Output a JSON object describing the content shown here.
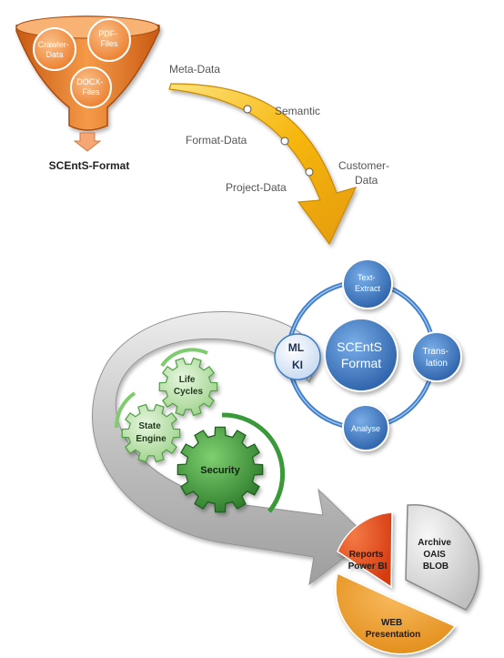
{
  "funnel": {
    "items": [
      {
        "lines": [
          "Crawler-",
          "Data"
        ]
      },
      {
        "lines": [
          "PDF-",
          "Files"
        ]
      },
      {
        "lines": [
          "DOCX-",
          "Files"
        ]
      }
    ],
    "output_label": "SCEntS-Format"
  },
  "arrow_labels": {
    "meta": "Meta-Data",
    "semantic": "Semantic",
    "format": "Format-Data",
    "customer": [
      "Customer-",
      "Data"
    ],
    "project": "Project-Data"
  },
  "cycle": {
    "center": [
      "SCEntS",
      "Format"
    ],
    "top": [
      "Text-",
      "Extract"
    ],
    "right": [
      "Trans-",
      "lation"
    ],
    "bottom": "Analyse",
    "left": [
      "ML",
      "KI"
    ]
  },
  "gears": {
    "life": [
      "Life",
      "Cycles"
    ],
    "state": [
      "State",
      "Engine"
    ],
    "security": "Security"
  },
  "pie": {
    "reports": [
      "Reports",
      "Power BI"
    ],
    "archive": [
      "Archive",
      "OAIS",
      "BLOB"
    ],
    "web": [
      "WEB",
      "Presentation"
    ]
  },
  "colors": {
    "funnel": "#f07f2a",
    "funnel_bubble": "#f6a15e",
    "arrow_gold": "#f7c21a",
    "cycle_blue": "#3d7cc8",
    "gear_green": "#3a9a3a",
    "gear_light": "#b6e0a6",
    "pie_red": "#e8501e",
    "pie_grey": "#d4d4d4",
    "pie_orange": "#ef9a2a"
  }
}
